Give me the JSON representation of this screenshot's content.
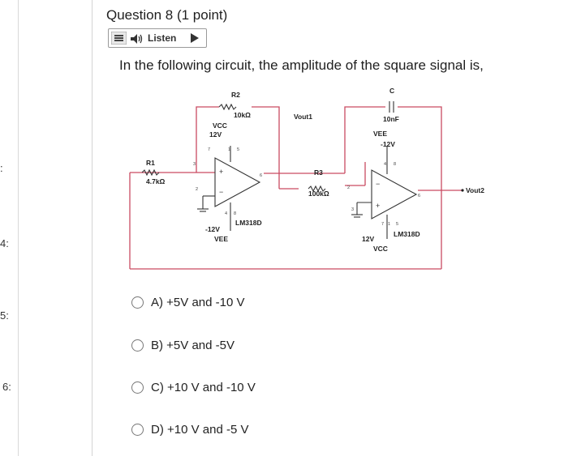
{
  "question": {
    "title": "Question 8 (1 point)",
    "listen_label": "Listen",
    "text": "In the following circuit, the amplitude of the square signal is,"
  },
  "sidebar": {
    "question_numbers": [
      ":",
      "4:",
      "5:",
      "6:"
    ]
  },
  "circuit": {
    "r2": "R2",
    "r2_value": "10kΩ",
    "vcc1": "VCC",
    "vcc1_value": "12V",
    "r1": "R1",
    "r1_value": "4.7kΩ",
    "vout1": "Vout1",
    "r3": "R3",
    "r3_value": "100kΩ",
    "c": "C",
    "c_value": "10nF",
    "vee2": "VEE",
    "vee2_value": "-12V",
    "vee1": "VEE",
    "vee1_value": "-12V",
    "opamp1": "LM318D",
    "opamp2": "LM318D",
    "vcc2": "VCC",
    "vcc2_value": "12V",
    "vout2": "Vout2",
    "pins": [
      "3",
      "2",
      "7",
      "1",
      "5",
      "4",
      "8",
      "6",
      "2",
      "3",
      "4",
      "8",
      "7",
      "1",
      "5",
      "6"
    ]
  },
  "options": [
    {
      "label": "A) +5V and -10 V"
    },
    {
      "label": "B) +5V and -5V"
    },
    {
      "label": "C) +10 V and -10 V"
    },
    {
      "label": "D) +10 V and -5 V"
    }
  ]
}
